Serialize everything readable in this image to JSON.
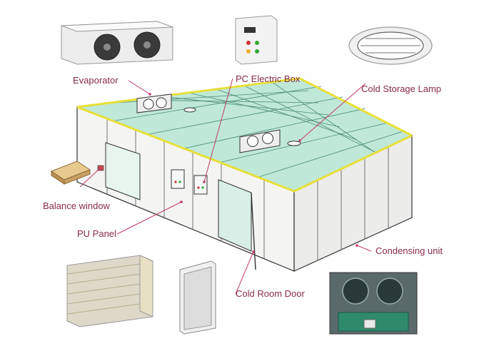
{
  "labels": {
    "evaporator": "Evaporator",
    "pc_electric_box": "PC Electric Box",
    "cold_storage_lamp": "Cold Storage Lamp",
    "balance_window": "Balance window",
    "pu_panel": "PU Panel",
    "condensing_unit": "Condensing unit",
    "cold_room_door": "Cold Room Door"
  },
  "colors": {
    "label_text": "#8a2a4a",
    "leader_line": "#c23a6a",
    "glass": "#bfe8d8",
    "frame_yellow": "#e6e03a",
    "panel_white": "#f4f4f2",
    "outline": "#333333"
  },
  "icons": [
    "fan-icon",
    "cold-storage-lamp-icon",
    "electric-box-icon",
    "condensing-unit-icon"
  ]
}
